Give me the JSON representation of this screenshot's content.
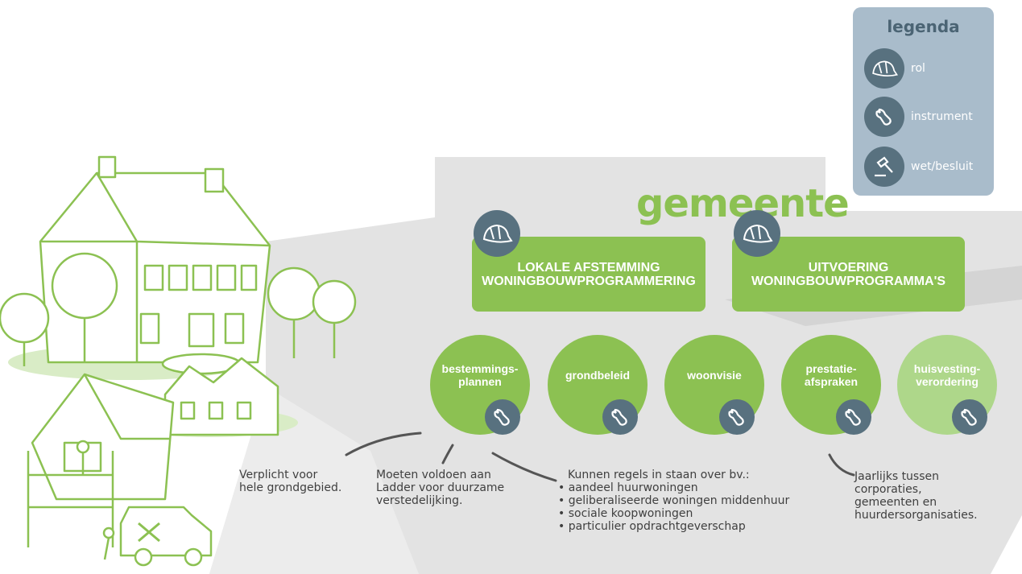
{
  "title": "gemeente",
  "legend": {
    "title": "legenda",
    "items": [
      {
        "icon": "cap-icon",
        "label": "rol"
      },
      {
        "icon": "wrench-icon",
        "label": "instrument"
      },
      {
        "icon": "gavel-icon",
        "label": "wet/besluit"
      }
    ]
  },
  "roles": [
    {
      "line1": "LOKALE AFSTEMMING",
      "line2": "WONINGBOUWPROGRAMMERING",
      "icon": "cap-icon"
    },
    {
      "line1": "UITVOERING",
      "line2": "WONINGBOUWPROGRAMMA'S",
      "icon": "cap-icon"
    }
  ],
  "instruments": [
    {
      "line1": "bestemmings-",
      "line2": "plannen",
      "icon": "wrench-icon"
    },
    {
      "line1": "grondbeleid",
      "line2": "",
      "icon": "wrench-icon"
    },
    {
      "line1": "woonvisie",
      "line2": "",
      "icon": "wrench-icon"
    },
    {
      "line1": "prestatie-",
      "line2": "afspraken",
      "icon": "wrench-icon"
    },
    {
      "line1": "huisvesting-",
      "line2": "verordering",
      "icon": "wrench-icon"
    }
  ],
  "notes": {
    "grondgebied": {
      "line1": "Verplicht voor",
      "line2": "hele grondgebied."
    },
    "ladder": {
      "line1": "Moeten voldoen aan",
      "line2": "Ladder voor duurzame",
      "line3": "verstedelijking."
    },
    "regels": {
      "intro": "Kunnen regels in staan over bv.:",
      "items": [
        "aandeel huurwoningen",
        "geliberaliseerde woningen middenhuur",
        "sociale koopwoningen",
        "particulier opdrachtgeverschap"
      ]
    },
    "jaarlijks": {
      "line1": "Jaarlijks tussen",
      "line2": "corporaties,",
      "line3": "gemeenten en",
      "line4": "huurdersorganisaties."
    }
  },
  "colors": {
    "green": "#8cc152",
    "light_green": "#aed78a",
    "badge": "#58717f",
    "legend_bg": "#a9bccb",
    "backdrop": "#e3e3e3"
  }
}
